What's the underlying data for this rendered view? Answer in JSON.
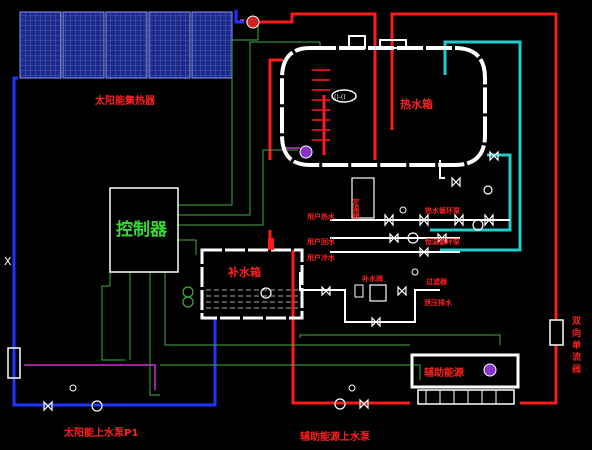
{
  "labels": {
    "solar_collector": "太阳能集热器",
    "hot_water_tank": "热水箱",
    "controller": "控制器",
    "makeup_tank": "补水箱",
    "constant_temp": "定温阀",
    "user_hot_water": "用户热水",
    "user_return_water": "用户回水",
    "user_cold_water": "用户冷水",
    "hot_water_circulation": "热水循环泵",
    "constant_temp_pump": "恒温循环泵",
    "makeup_valve": "补水阀",
    "filter": "过滤器",
    "pressure_relief": "泄压排水",
    "aux_heater": "辅助能源",
    "two_way_valve": "双向单流阀",
    "solar_pump": "太阳能上水泵P1",
    "aux_pump": "辅助能源上水泵",
    "tee_mark": "X",
    "gauge_text": "()-()"
  },
  "colors": {
    "background": "#000000",
    "hot_pipe": "#ff1a1a",
    "cold_pipe": "#2233ff",
    "return_pipe": "#22cccc",
    "signal_wire": "#44aa44",
    "equipment": "#ffffff",
    "controller_border": "#ffffff",
    "controller_text": "#33dd33",
    "label_red": "#ff2020",
    "solar_panel": "#2a3aa0",
    "magenta_line": "#cc33cc"
  }
}
